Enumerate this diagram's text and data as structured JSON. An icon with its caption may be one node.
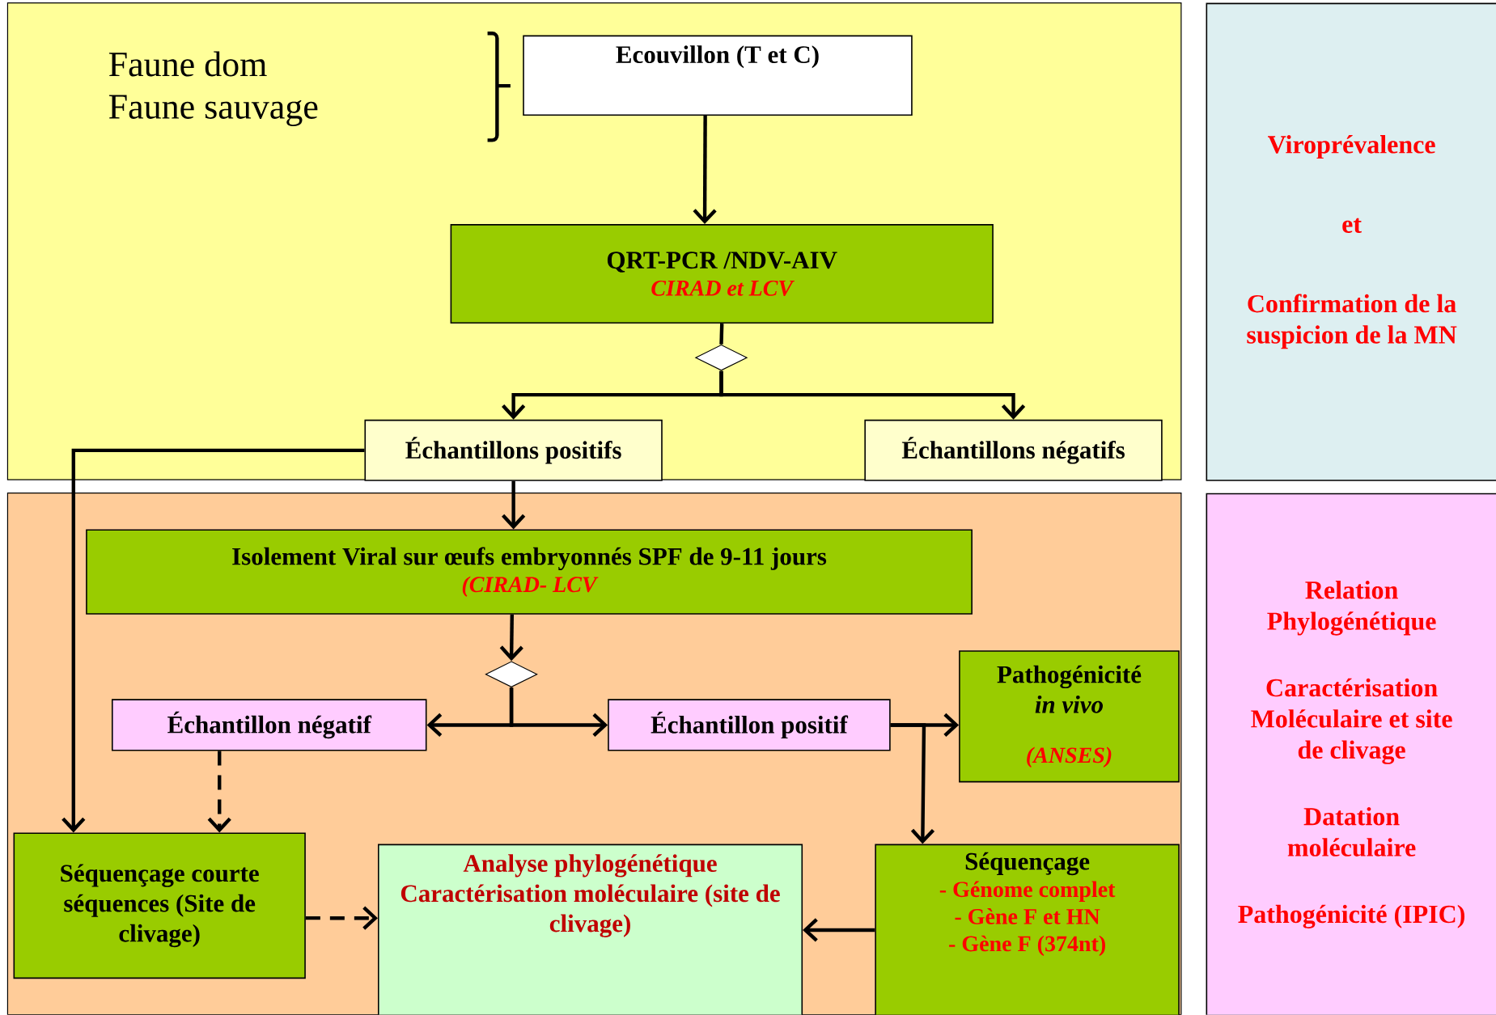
{
  "diagram": {
    "nodes": [
      {
        "text": [
          "Ecouvillon (T et C)"
        ]
      },
      {
        "text": [
          "QRT-PCR /NDV-AIV",
          "CIRAD et  LCV"
        ]
      },
      {
        "text": [],
        "shape": "diamond"
      },
      {
        "text": [
          "Échantillons positifs"
        ]
      },
      {
        "text": [
          "Échantillons négatifs"
        ]
      },
      {
        "text": [
          "Isolement Viral sur œufs embryonnés SPF de 9-11 jours",
          "(CIRAD- LCV"
        ]
      },
      {
        "text": [],
        "shape": "diamond"
      },
      {
        "text": [
          "Échantillon négatif"
        ]
      },
      {
        "text": [
          "Échantillon positif"
        ]
      },
      {
        "text": [
          "Pathogénicité",
          "in vivo",
          "(ANSES)"
        ]
      },
      {
        "text": [
          "Séquençage courte séquences (Site de clivage)"
        ]
      },
      {
        "text": [
          "Analyse phylogénétique Caractérisation moléculaire (site de clivage)"
        ]
      },
      {
        "text": [
          "Séquençage",
          "- Génome complet",
          "- Gène F et  HN",
          "- Gène F (374nt)"
        ]
      },
      {
        "text": [
          "Viroprévalence",
          "et",
          "Confirmation de la suspicion de la MN"
        ]
      },
      {
        "text": [
          "Relation Phylogénétique",
          "Caractérisation Moléculaire et site de clivage",
          "Datation moléculaire",
          "Pathogénicité (IPIC)"
        ]
      }
    ],
    "edges": [
      {
        "from": 0,
        "to": 1,
        "arrow": "to"
      },
      {
        "from": 1,
        "to": 2,
        "arrow": "none"
      },
      {
        "from": 2,
        "to": 3,
        "arrow": "to"
      },
      {
        "from": 2,
        "to": 4,
        "arrow": "to"
      },
      {
        "from": 3,
        "to": 5,
        "arrow": "to"
      },
      {
        "from": 3,
        "to": 10,
        "arrow": "to"
      },
      {
        "from": 5,
        "to": 6,
        "arrow": "to"
      },
      {
        "from": 6,
        "to": 7,
        "arrow": "to"
      },
      {
        "from": 6,
        "to": 8,
        "arrow": "to"
      },
      {
        "from": 8,
        "to": 9,
        "arrow": "to"
      },
      {
        "from": 8,
        "to": 12,
        "arrow": "to"
      },
      {
        "from": 7,
        "to": 10,
        "arrow": "to",
        "style": "dashed"
      },
      {
        "from": 10,
        "to": 11,
        "arrow": "to",
        "style": "dashed"
      },
      {
        "from": 12,
        "to": 11,
        "arrow": "to"
      }
    ],
    "labels": [
      "Faune dom",
      "Faune sauvage"
    ]
  }
}
